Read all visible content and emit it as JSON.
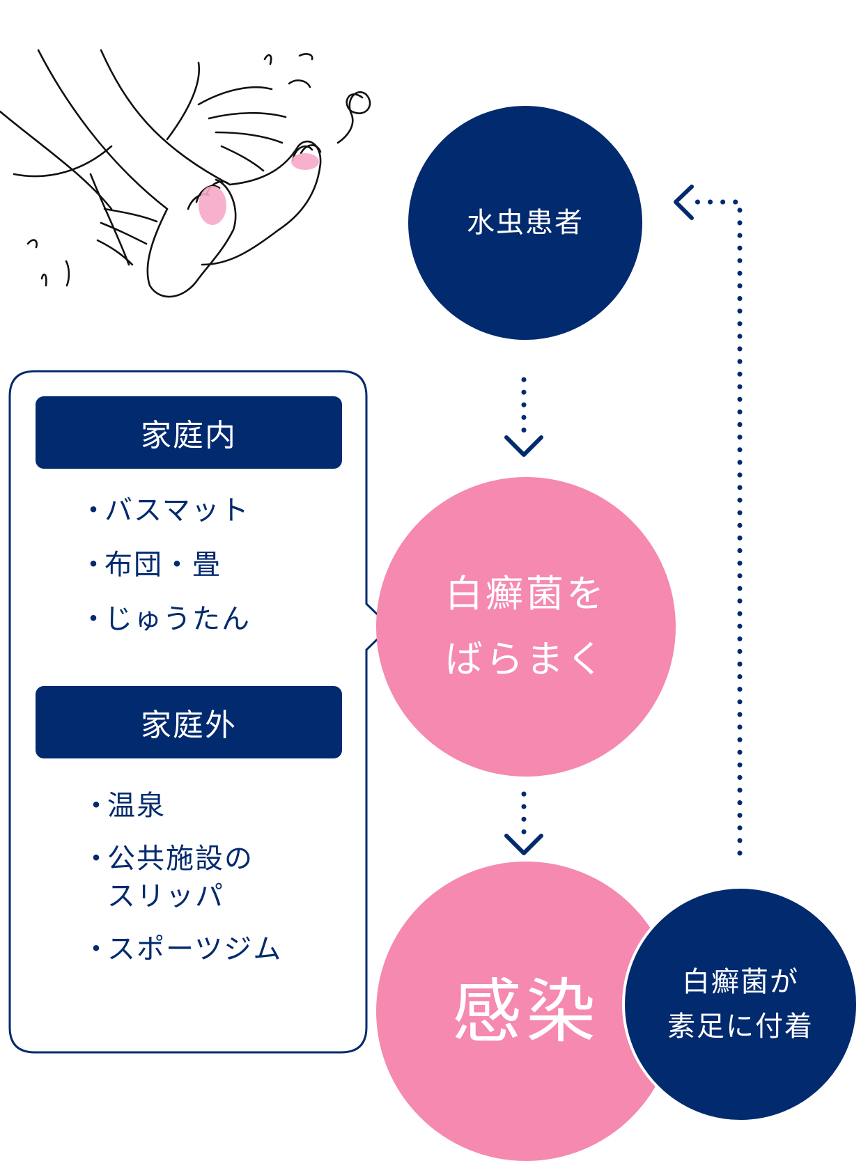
{
  "colors": {
    "navy": "#022a6e",
    "pink": "#f589b0",
    "pink_light": "#f7a9c6",
    "white": "#ffffff"
  },
  "illustration": {
    "icon": "scratching-feet-illustration"
  },
  "cycle": {
    "patient": "水虫患者",
    "spread": [
      "白癬菌を",
      "ばらまく"
    ],
    "infection": "感染",
    "attach": [
      "白癬菌が",
      "素足に付着"
    ]
  },
  "callout": {
    "bullet": "・",
    "home": {
      "title": "家庭内",
      "items": [
        "バスマット",
        "布団・畳",
        "じゅうたん"
      ]
    },
    "outside": {
      "title": "家庭外",
      "items": [
        "温泉",
        "公共施設の\nスリッパ",
        "スポーツジム"
      ]
    }
  }
}
